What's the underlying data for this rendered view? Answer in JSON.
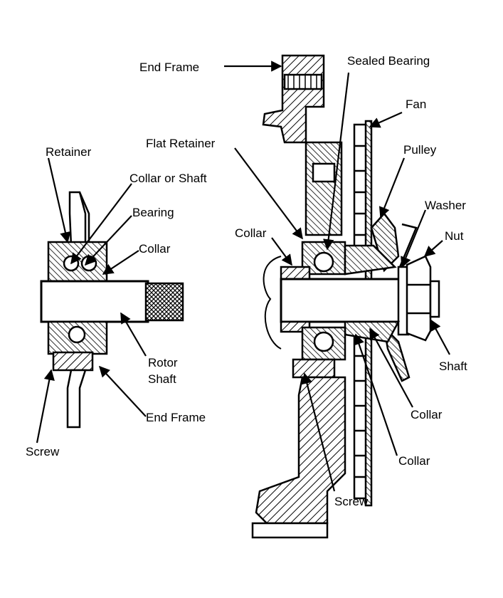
{
  "labels": {
    "end_frame_top": "End Frame",
    "sealed_bearing": "Sealed Bearing",
    "fan": "Fan",
    "flat_retainer": "Flat Retainer",
    "pulley": "Pulley",
    "retainer": "Retainer",
    "collar_or_shaft": "Collar or Shaft",
    "washer": "Washer",
    "bearing": "Bearing",
    "nut": "Nut",
    "collar_right_upper": "Collar",
    "collar_left": "Collar",
    "rotor": "Rotor",
    "shaft_left": "Shaft",
    "shaft_right": "Shaft",
    "end_frame_bottom": "End Frame",
    "collar_right_mid": "Collar",
    "collar_right_low": "Collar",
    "screw_left": "Screw",
    "screw_right": "Screw"
  }
}
